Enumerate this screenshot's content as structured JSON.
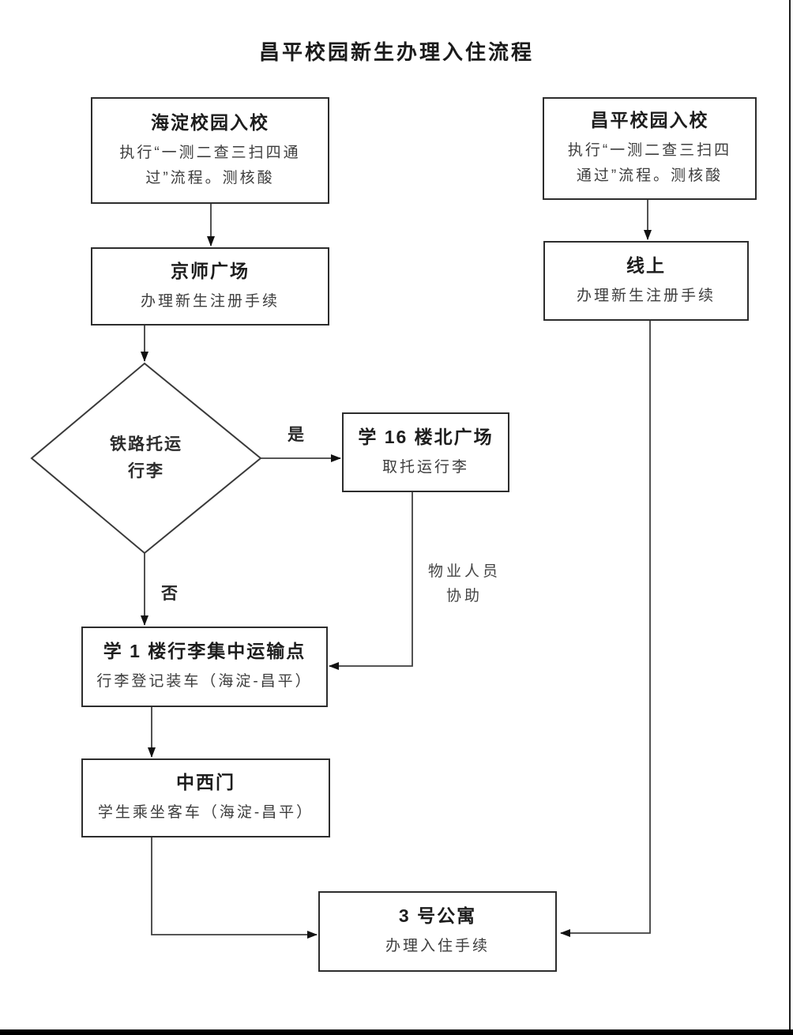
{
  "title": "昌平校园新生办理入住流程",
  "nodes": {
    "haidian_entry": {
      "title": "海淀校园入校",
      "body1": "执行“一测二查三扫四通",
      "body2": "过”流程。测核酸"
    },
    "changping_entry": {
      "title": "昌平校园入校",
      "body1": "执行“一测二查三扫四",
      "body2": "通过”流程。测核酸"
    },
    "jingshi_square": {
      "title": "京师广场",
      "body1": "办理新生注册手续"
    },
    "online": {
      "title": "线上",
      "body1": "办理新生注册手续"
    },
    "decision": {
      "line1": "铁路托运",
      "line2": "行李"
    },
    "xue16_plaza": {
      "title": "学 16 楼北广场",
      "body1": "取托运行李"
    },
    "xue1_transport": {
      "title": "学 1 楼行李集中运输点",
      "body1": "行李登记装车（海淀-昌平）"
    },
    "zhongximen": {
      "title": "中西门",
      "body1": "学生乘坐客车（海淀-昌平）"
    },
    "apartment3": {
      "title": "3 号公寓",
      "body1": "办理入住手续"
    }
  },
  "edge_labels": {
    "yes": "是",
    "no": "否",
    "assist_line1": "物业人员",
    "assist_line2": "协助"
  },
  "colors": {
    "box_border": "#2d2d2d",
    "connector_line": "#3f3f3f",
    "arrowhead": "#111111",
    "title_text": "#1b1b1b",
    "body_text": "#3d3d3d",
    "bottom_bar": "#000000"
  }
}
